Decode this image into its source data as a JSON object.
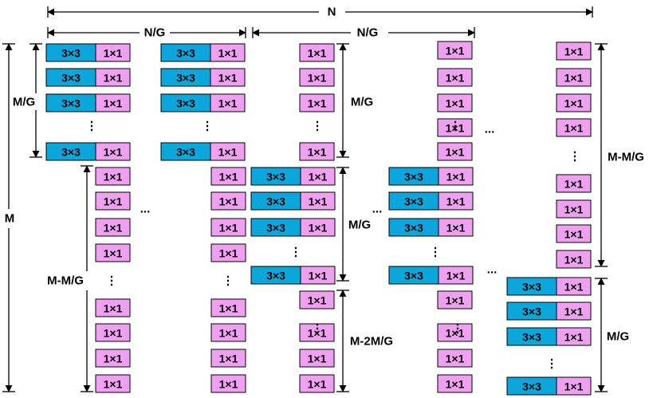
{
  "labels": {
    "N": "N",
    "NG": "N/G",
    "M": "M",
    "MG": "M/G",
    "MMG": "M-M/G",
    "M2MG": "M-2M/G",
    "conv3": "3×3",
    "conv1": "1×1",
    "vdots": "⋮",
    "hdots": "..."
  },
  "colors": {
    "conv3": "#0aa6dc",
    "conv1": "#f0a0f0",
    "stroke": "#000000"
  }
}
